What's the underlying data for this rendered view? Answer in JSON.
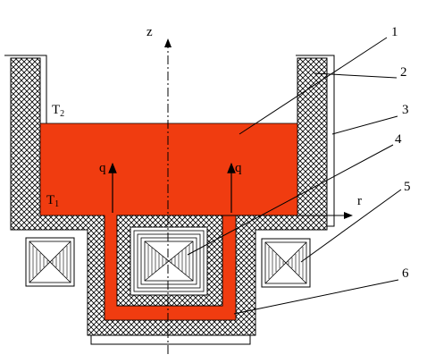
{
  "diagram": {
    "axis_z_label": "z",
    "axis_r_label": "r",
    "temperature_top_main": "T",
    "temperature_top_sub": "2",
    "temperature_bottom_main": "T",
    "temperature_bottom_sub": "1",
    "heat_flux_left": "q",
    "heat_flux_right": "q",
    "callouts": [
      "1",
      "2",
      "3",
      "4",
      "5",
      "6"
    ],
    "colors": {
      "melt": "#f03c10",
      "outline": "#000000",
      "hatch": "#000000",
      "background": "#ffffff"
    }
  }
}
